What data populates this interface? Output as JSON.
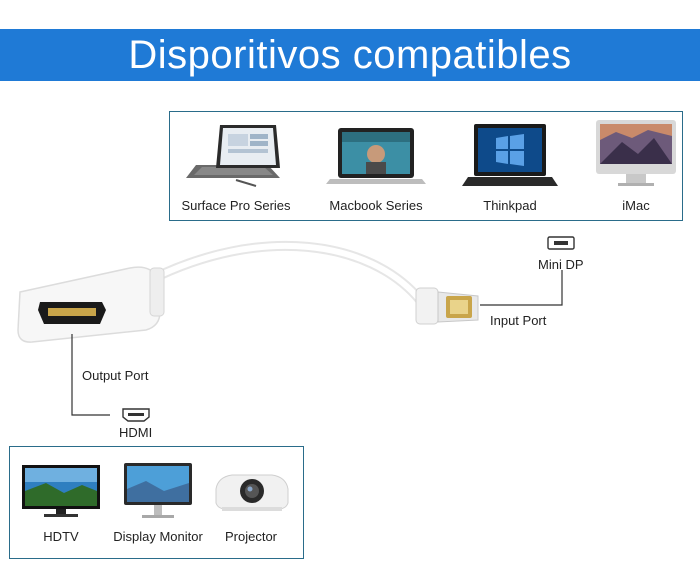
{
  "banner": {
    "title": "Disporitivos compatibles"
  },
  "source_devices": [
    {
      "label": "Surface Pro Series"
    },
    {
      "label": "Macbook Series"
    },
    {
      "label": "Thinkpad"
    },
    {
      "label": "iMac"
    }
  ],
  "ports": {
    "input_label": "Input Port",
    "input_type": "Mini DP",
    "output_label": "Output Port",
    "output_type": "HDMI"
  },
  "display_devices": [
    {
      "label": "HDTV"
    },
    {
      "label": "Display Monitor"
    },
    {
      "label": "Projector"
    }
  ],
  "colors": {
    "banner": "#1f7ad6",
    "box_border": "#2a6c8a",
    "connector_gold": "#c9a54a"
  }
}
